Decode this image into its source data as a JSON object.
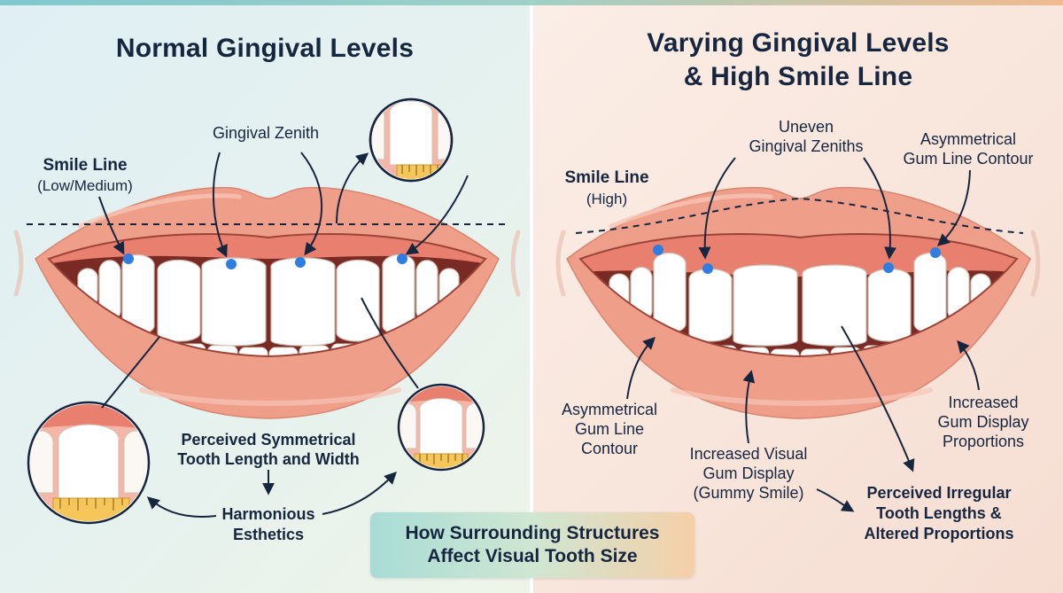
{
  "left_panel": {
    "title": "Normal Gingival Levels",
    "smile_line_label": "Smile Line",
    "smile_line_sub": "(Low/Medium)",
    "zenith_label": "Gingival Zenith",
    "perceived_line1": "Perceived Symmetrical",
    "perceived_line2": "Tooth Length and Width",
    "harmonious_line1": "Harmonious",
    "harmonious_line2": "Esthetics"
  },
  "right_panel": {
    "title_line1": "Varying Gingival Levels",
    "title_line2": "& High Smile Line",
    "smile_line_label": "Smile Line",
    "smile_line_sub": "(High)",
    "uneven_line1": "Uneven",
    "uneven_line2": "Gingival Zeniths",
    "asym_top_line1": "Asymmetrical",
    "asym_top_line2": "Gum Line Contour",
    "asym_left_line1": "Asymmetrical",
    "asym_left_line2": "Gum Line",
    "asym_left_line3": "Contour",
    "increased_right_line1": "Increased",
    "increased_right_line2": "Gum Display",
    "increased_right_line3": "Proportions",
    "increased_visual_line1": "Increased Visual",
    "increased_visual_line2": "Gum Display",
    "increased_visual_line3": "(Gummy Smile)",
    "irregular_line1": "Perceived Irregular",
    "irregular_line2": "Tooth Lengths &",
    "irregular_line3": "Altered Proportions"
  },
  "caption": {
    "line1": "How Surrounding Structures",
    "line2": "Affect Visual Tooth Size"
  },
  "colors": {
    "lip": "#ef9e8a",
    "gum": "#e97f6f",
    "mouth_dark": "#7a2a24",
    "tooth": "#ffffff",
    "zenith_dot": "#2f7de0",
    "ink": "#17263f",
    "ruler": "#f6c65a"
  }
}
